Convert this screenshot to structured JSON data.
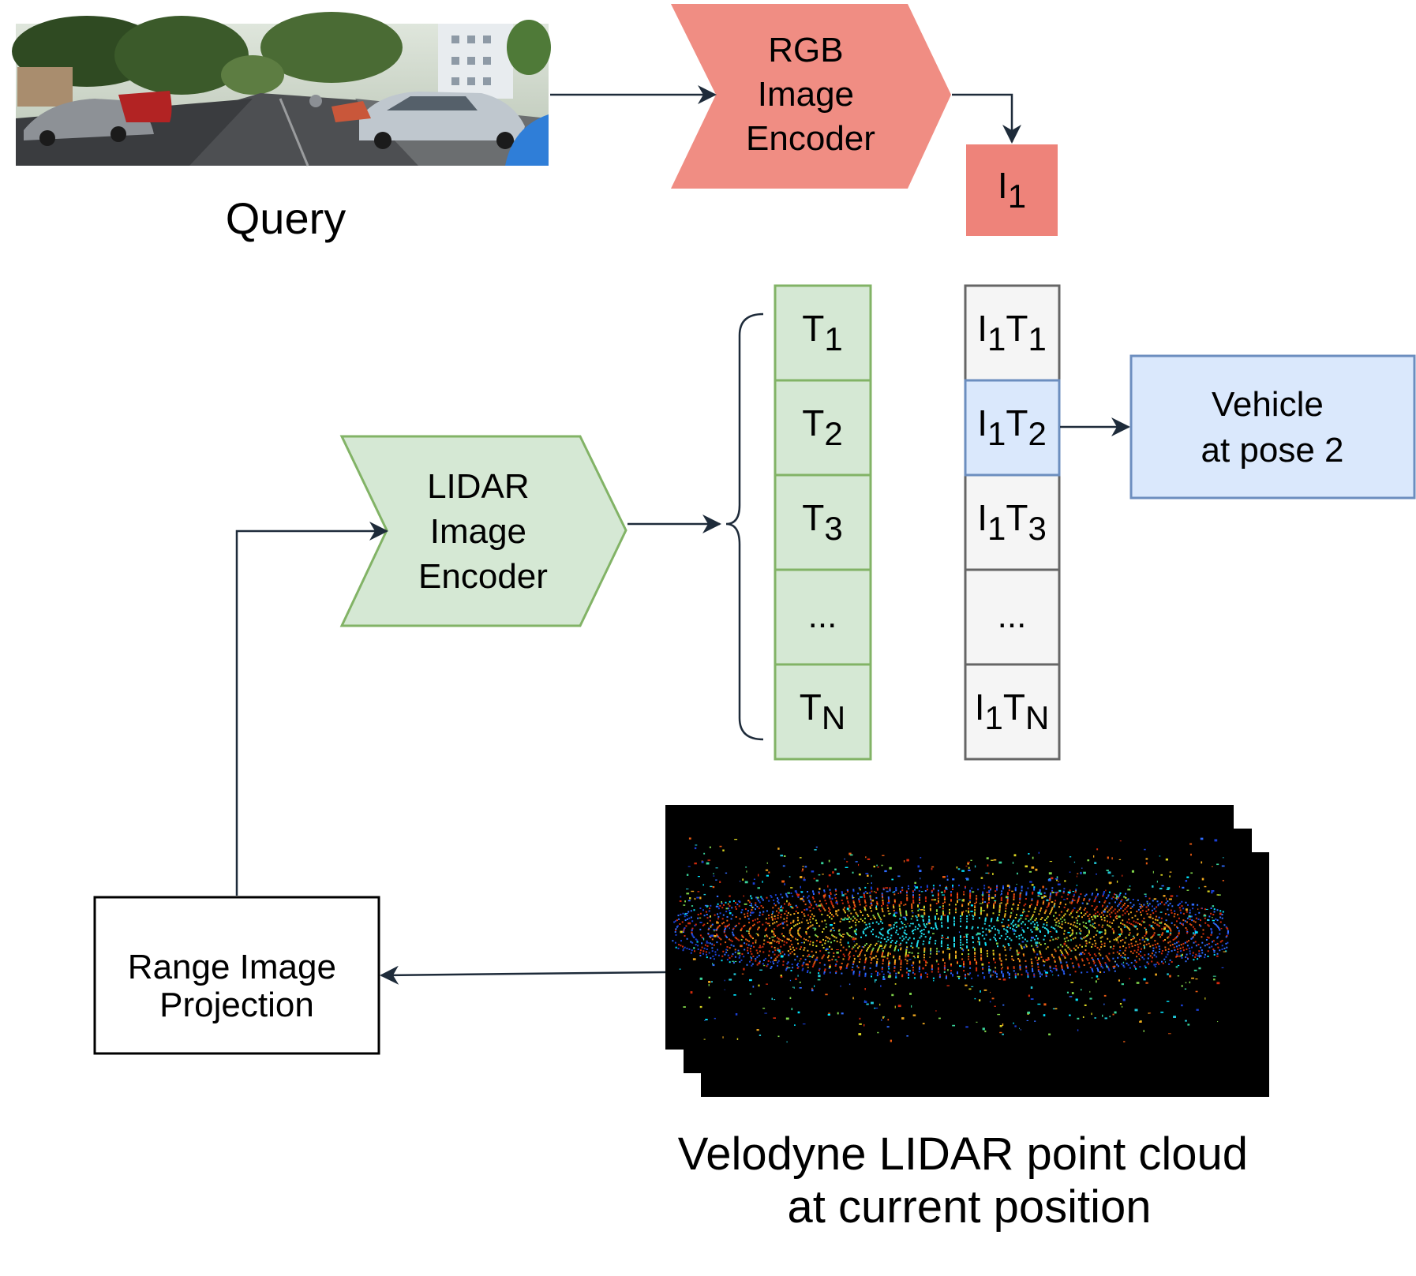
{
  "query": {
    "caption": "Query",
    "scene": "street-photo"
  },
  "rgb_encoder": {
    "lines": [
      "RGB",
      "Image",
      "Encoder"
    ],
    "color": "#F08D83"
  },
  "i1_box": {
    "base": "I",
    "sub": "1",
    "color": "#EE837A"
  },
  "lidar_encoder": {
    "lines": [
      "LIDAR",
      "Image",
      "Encoder"
    ],
    "fill": "#D5E8D4",
    "stroke": "#82B366"
  },
  "t_column": {
    "cells": [
      {
        "base": "T",
        "sub": "1"
      },
      {
        "base": "T",
        "sub": "2"
      },
      {
        "base": "T",
        "sub": "3"
      },
      {
        "ellipsis": "..."
      },
      {
        "base": "T",
        "sub": "N"
      }
    ]
  },
  "it_column": {
    "cells": [
      {
        "b1": "I",
        "s1": "1",
        "b2": "T",
        "s2": "1",
        "highlight": false
      },
      {
        "b1": "I",
        "s1": "1",
        "b2": "T",
        "s2": "2",
        "highlight": true
      },
      {
        "b1": "I",
        "s1": "1",
        "b2": "T",
        "s2": "3",
        "highlight": false
      },
      {
        "ellipsis": "...",
        "highlight": false
      },
      {
        "b1": "I",
        "s1": "1",
        "b2": "T",
        "s2": "N",
        "highlight": false
      }
    ],
    "fill": "#F5F5F5",
    "highlight_fill": "#DAE8FC",
    "stroke": "#666666",
    "highlight_stroke": "#6C8EBF"
  },
  "vehicle_box": {
    "lines": [
      "Vehicle",
      "at pose 2"
    ],
    "fill": "#DAE8FC",
    "stroke": "#6C8EBF"
  },
  "range_box": {
    "lines": [
      "Range Image",
      "Projection"
    ]
  },
  "lidar_cloud": {
    "caption_lines": [
      "Velodyne LIDAR point cloud",
      "at current position"
    ],
    "background": "#000000"
  },
  "colors": {
    "arrow": "#1E2B3A"
  }
}
